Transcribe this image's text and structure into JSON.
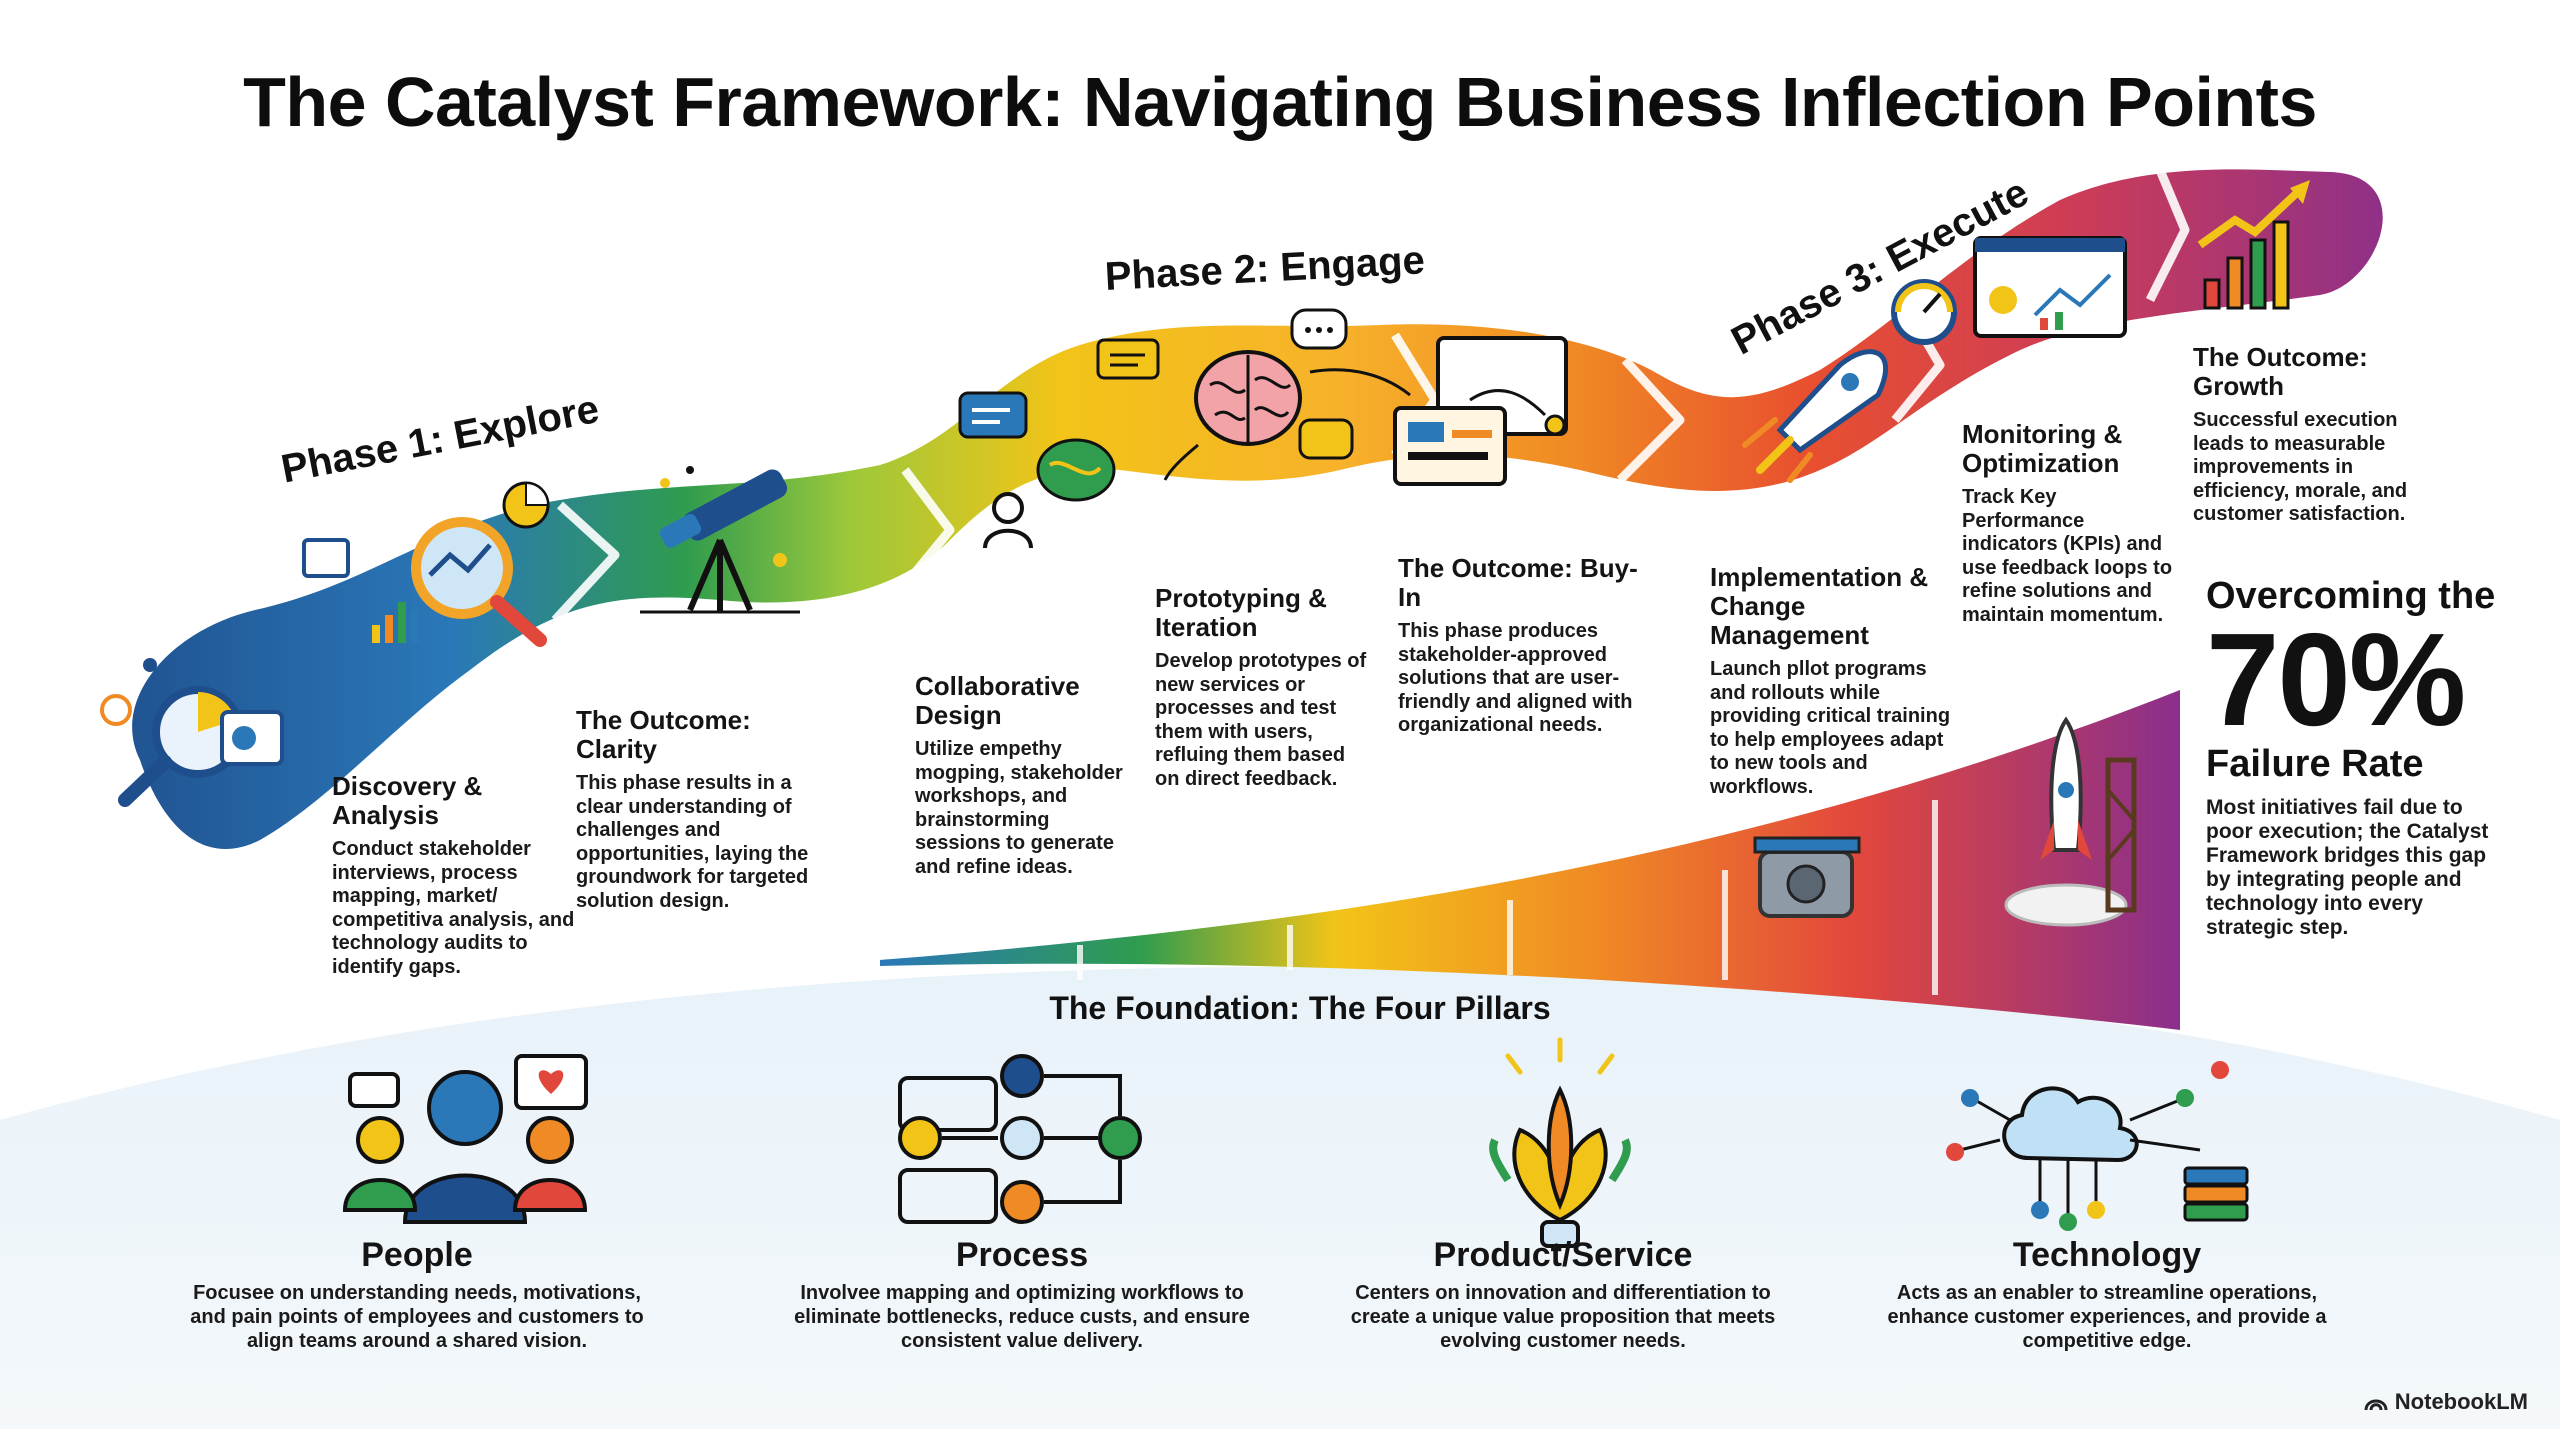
{
  "title": "The Catalyst Framework: Navigating Business Inflection Points",
  "phases": [
    {
      "label": "Phase 1: Explore"
    },
    {
      "label": "Phase 2: Engage"
    },
    {
      "label": "Phase 3: Execute"
    }
  ],
  "steps": {
    "discovery": {
      "title": "Discovery & Analysis",
      "text": "Conduct stakeholder interviews, process mapping, market/ competitiva analysis, and technology audits to identify gaps."
    },
    "clarity": {
      "title": "The Outcome: Clarity",
      "text": "This phase results in a clear understanding of challenges and opportunities, laying the groundwork for targeted solution design."
    },
    "collab": {
      "title": "Collaborative Design",
      "text": "Utilize empethy mogping, stakeholder workshops, and brainstorming sessions to generate and refine ideas."
    },
    "proto": {
      "title": "Prototyping & Iteration",
      "text": "Develop prototypes of new services or processes and test them with users, refluing them based on direct feedback."
    },
    "buyin": {
      "title": "The Outcome: Buy-In",
      "text": "This phase produces stakeholder-approved solutions that are user-friendly and aligned with organizational needs."
    },
    "impl": {
      "title": "Implementation & Change Management",
      "text": "Launch pllot programs and rollouts while providing critical training to help employees adapt to new tools and workflows."
    },
    "monitor": {
      "title": "Monitoring & Optimization",
      "text": "Track Key Performance indicators (KPIs) and use feedback loops to refine solutions and maintain momentum."
    },
    "growth": {
      "title": "The Outcome: Growth",
      "text": "Successful execution leads to measurable improvements in efficiency, morale, and customer satisfaction."
    }
  },
  "failure": {
    "line1": "Overcoming the",
    "big": "70%",
    "line3": "Failure Rate",
    "text": "Most initiatives fail due to poor execution; the Catalyst Framework bridges this gap by integrating people and technology into every strategic step."
  },
  "foundation": {
    "title": "The Foundation: The Four Pillars",
    "pillars": [
      {
        "name": "People",
        "text": "Focusee on understanding needs, motivations, and pain points of employees and customers to align teams around a shared vision."
      },
      {
        "name": "Process",
        "text": "Involvee mapping and optimizing workflows to eliminate bottlenecks, reduce custs, and ensure consistent value delivery."
      },
      {
        "name": "Product/Service",
        "text": "Centers on innovation and differentiation to create a unique value proposition that meets evolving customer needs."
      },
      {
        "name": "Technology",
        "text": "Acts as an enabler to streamline operations, enhance customer experiences, and provide a competitive edge."
      }
    ]
  },
  "brand": "NotebookLM",
  "colors": {
    "navy": "#1f4e8c",
    "blue": "#2a78b8",
    "green": "#2f9c4e",
    "lime": "#9cc83a",
    "yellow": "#f2c418",
    "orange": "#f08a24",
    "red": "#e2473c",
    "magenta": "#b63a77",
    "purple": "#8a2f8c"
  }
}
